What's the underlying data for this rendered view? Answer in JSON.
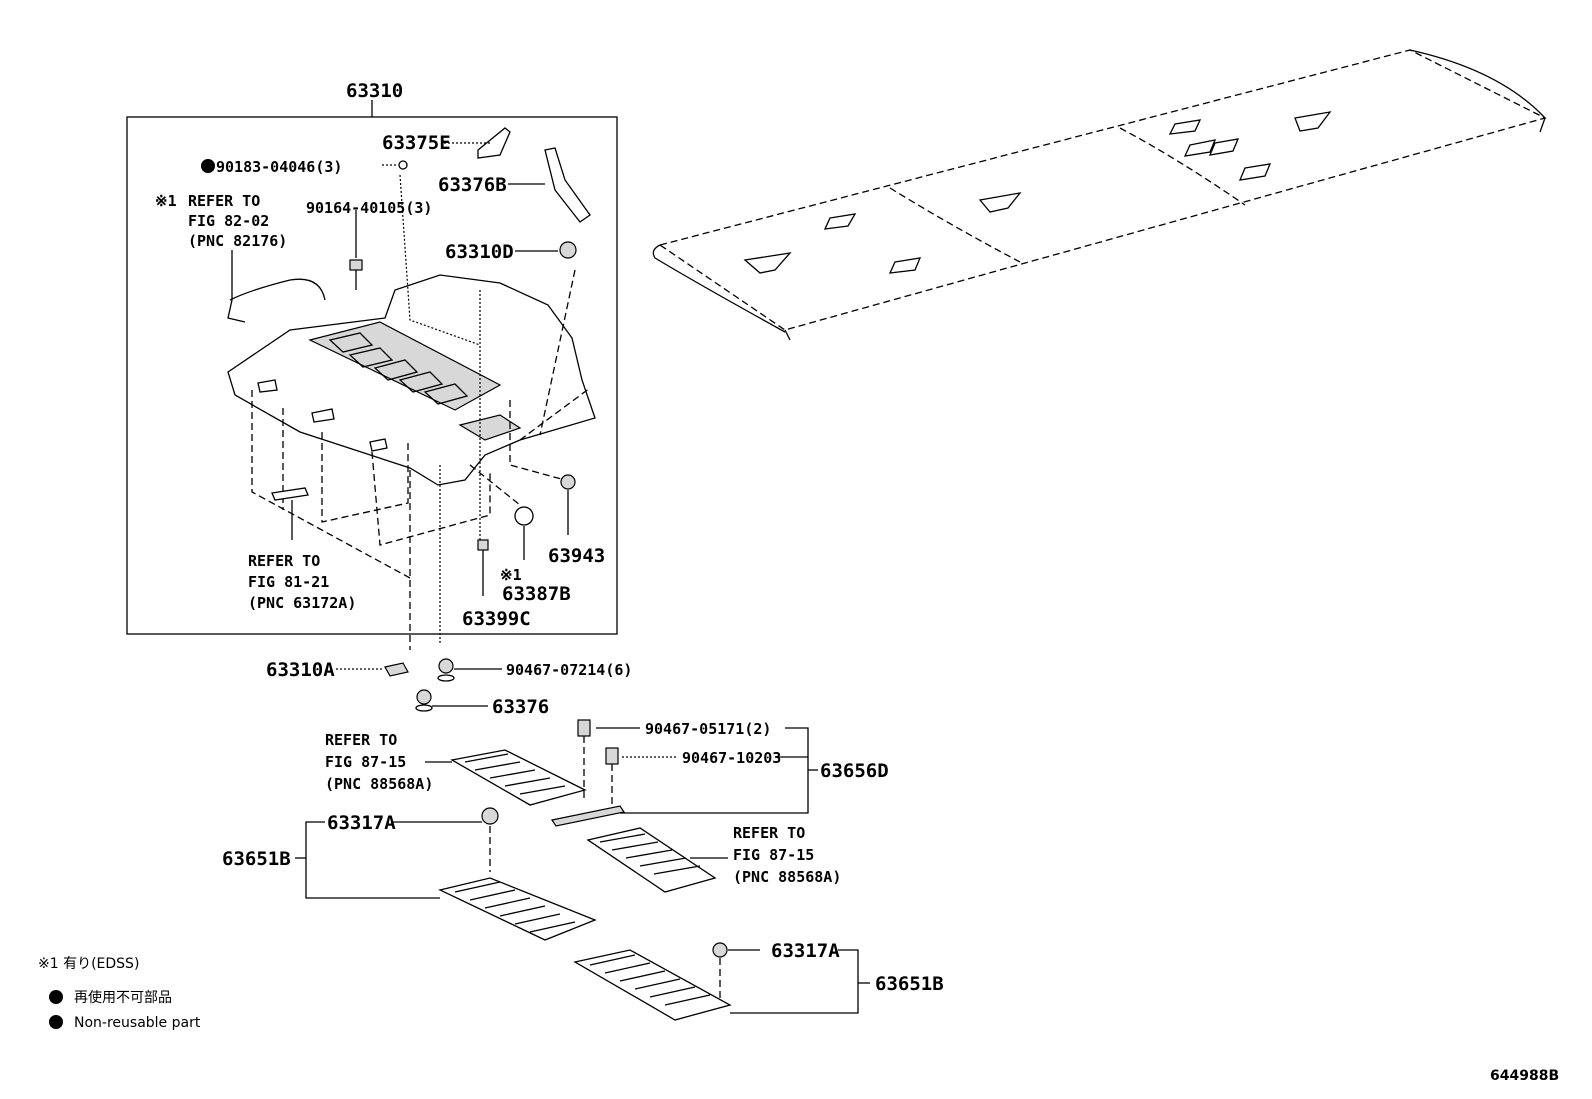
{
  "labels": {
    "l63310": "63310",
    "l63375E": "63375E",
    "l90183": "90183-04046(3)",
    "l63376B": "63376B",
    "ref1_star": "※1",
    "ref1_a": "REFER TO",
    "ref1_b": "FIG 82-02",
    "ref1_c": "(PNC 82176)",
    "l90164": "90164-40105(3)",
    "l63310D": "63310D",
    "ref2_a": "REFER TO",
    "ref2_b": "FIG 81-21",
    "ref2_c": "(PNC 63172A)",
    "l63943": "63943",
    "star2": "※1",
    "l63387B": "63387B",
    "l63399C": "63399C",
    "l63310A": "63310A",
    "l90467_07214": "90467-07214(6)",
    "l63376": "63376",
    "ref3_a": "REFER TO",
    "ref3_b": "FIG 87-15",
    "ref3_c": "(PNC 88568A)",
    "l90467_05171": "90467-05171(2)",
    "l90467_10203": "90467-10203",
    "l63656D": "63656D",
    "l63317A_a": "63317A",
    "l63651B_a": "63651B",
    "ref4_a": "REFER TO",
    "ref4_b": "FIG 87-15",
    "ref4_c": "(PNC 88568A)",
    "l63317A_b": "63317A",
    "l63651B_b": "63651B"
  },
  "legend": {
    "note1": "※1 有り(EDSS)",
    "note2": "再使用不可部品",
    "note3": "Non-reusable part"
  },
  "figure_id": "644988B"
}
